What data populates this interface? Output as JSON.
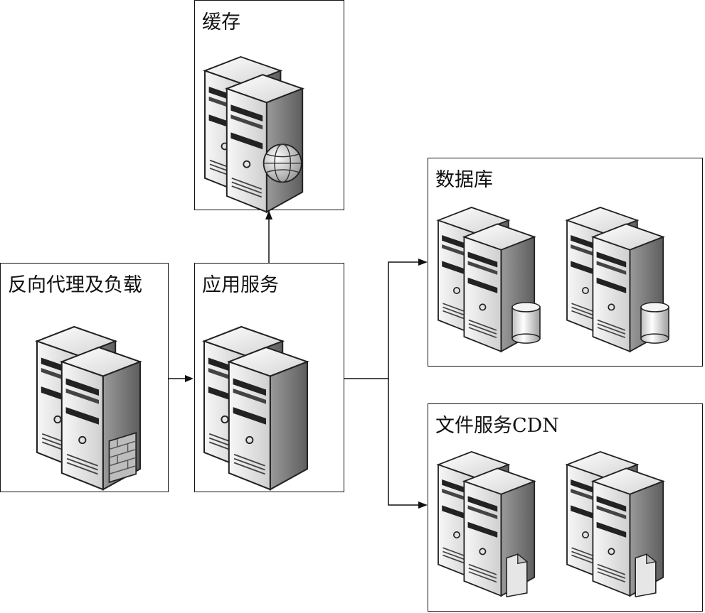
{
  "nodes": {
    "cache": {
      "label": "缓存"
    },
    "proxy": {
      "label": "反向代理及负载"
    },
    "app": {
      "label": "应用服务"
    },
    "database": {
      "label": "数据库"
    },
    "file_cdn": {
      "label": "文件服务CDN"
    }
  },
  "edges": [
    {
      "from": "proxy",
      "to": "app"
    },
    {
      "from": "app",
      "to": "cache"
    },
    {
      "from": "app",
      "to": "database"
    },
    {
      "from": "app",
      "to": "file_cdn"
    }
  ],
  "icons": {
    "cache": "server-globe-icon",
    "proxy": "server-firewall-icon",
    "app": "server-icon",
    "database": "server-database-icon",
    "file_cdn": "server-file-icon"
  }
}
